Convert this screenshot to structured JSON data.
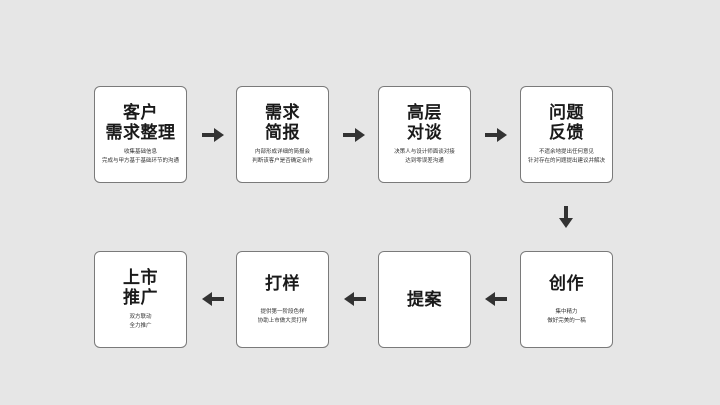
{
  "steps": [
    {
      "title": "客户\n需求整理",
      "desc": "收集基础信息\n完成与甲方基于基础环节的沟通"
    },
    {
      "title": "需求\n简报",
      "desc": "内部形成详细的简报会\n判断该客户是否确定合作"
    },
    {
      "title": "高层\n对谈",
      "desc": "决策人与设计师面谈对接\n达到零误差沟通"
    },
    {
      "title": "问题\n反馈",
      "desc": "不遗余地提出任何意见\n针对存在的问题提出建议并解决"
    },
    {
      "title": "创作",
      "desc": "集中精力\n做好完美的一稿"
    },
    {
      "title": "提案",
      "desc": ""
    },
    {
      "title": "打样",
      "desc": "提供第一阶段色样\n协助上市做大货打样"
    },
    {
      "title": "上市\n推广",
      "desc": "双方联动\n全力推广"
    }
  ],
  "colors": {
    "background": "#e6e6e6",
    "card": "#ffffff",
    "border": "#7a7a7a",
    "arrow": "#333333",
    "title": "#1a1a1a"
  }
}
